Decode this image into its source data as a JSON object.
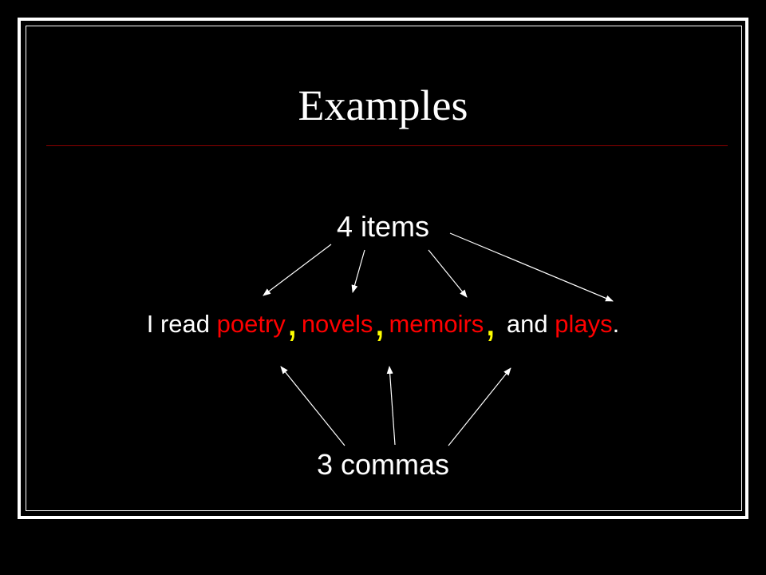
{
  "slide": {
    "title": "Examples",
    "items_label": "4 items",
    "commas_label": "3 commas",
    "sentence": {
      "prefix": "I read ",
      "item1": "poetry",
      "comma": ",",
      "item2": "novels",
      "item3": "memoirs",
      "conjunction": " and ",
      "item4": "plays",
      "period": "."
    }
  },
  "colors": {
    "background": "#000000",
    "text": "#ffffff",
    "item_highlight": "#ff0000",
    "comma_highlight": "#ffff00",
    "title_rule": "#8b0000"
  }
}
